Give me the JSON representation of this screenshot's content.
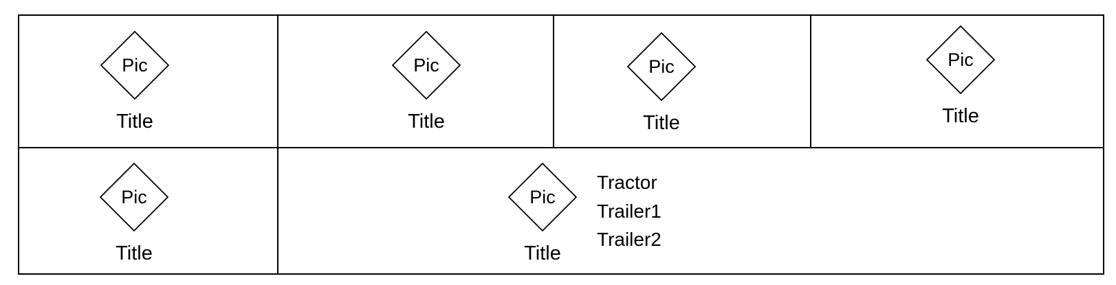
{
  "cells": [
    {
      "pic_label": "Pic",
      "title": "Title"
    },
    {
      "pic_label": "Pic",
      "title": "Title"
    },
    {
      "pic_label": "Pic",
      "title": "Title"
    },
    {
      "pic_label": "Pic",
      "title": "Title"
    },
    {
      "pic_label": "Pic",
      "title": "Title"
    },
    {
      "pic_label": "Pic",
      "title": "Title",
      "items": [
        "Tractor",
        "Trailer1",
        "Trailer2"
      ]
    }
  ]
}
